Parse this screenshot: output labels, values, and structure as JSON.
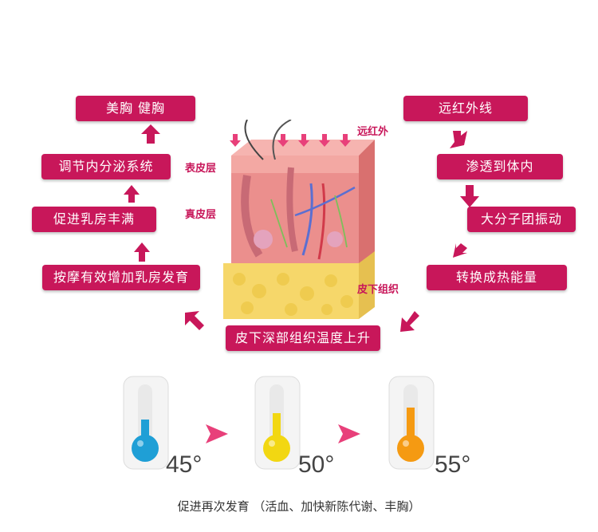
{
  "left_steps": [
    {
      "label": "美胸 健胸"
    },
    {
      "label": "调节内分泌系统"
    },
    {
      "label": "促进乳房丰满"
    },
    {
      "label": "按摩有效增加乳房发育"
    }
  ],
  "right_steps": [
    {
      "label": "远红外线"
    },
    {
      "label": "渗透到体内"
    },
    {
      "label": "大分子团振动"
    },
    {
      "label": "转换成热能量"
    }
  ],
  "bottom_step": {
    "label": "皮下深部组织温度上升"
  },
  "skin_labels": {
    "epidermis": "表皮层",
    "dermis": "真皮层",
    "subcutis": "皮下组织",
    "far_infrared": "远红外"
  },
  "thermometers": [
    {
      "value": "45°",
      "level": 0.45,
      "color": "#1f9fd6"
    },
    {
      "value": "50°",
      "level": 0.55,
      "color": "#f2d712"
    },
    {
      "value": "55°",
      "level": 0.65,
      "color": "#f59a12"
    }
  ],
  "caption": "促进再次发育 （活血、加快新陈代谢、丰胸）",
  "colors": {
    "accent": "#c8175a",
    "arrow_pink": "#e8407a"
  }
}
